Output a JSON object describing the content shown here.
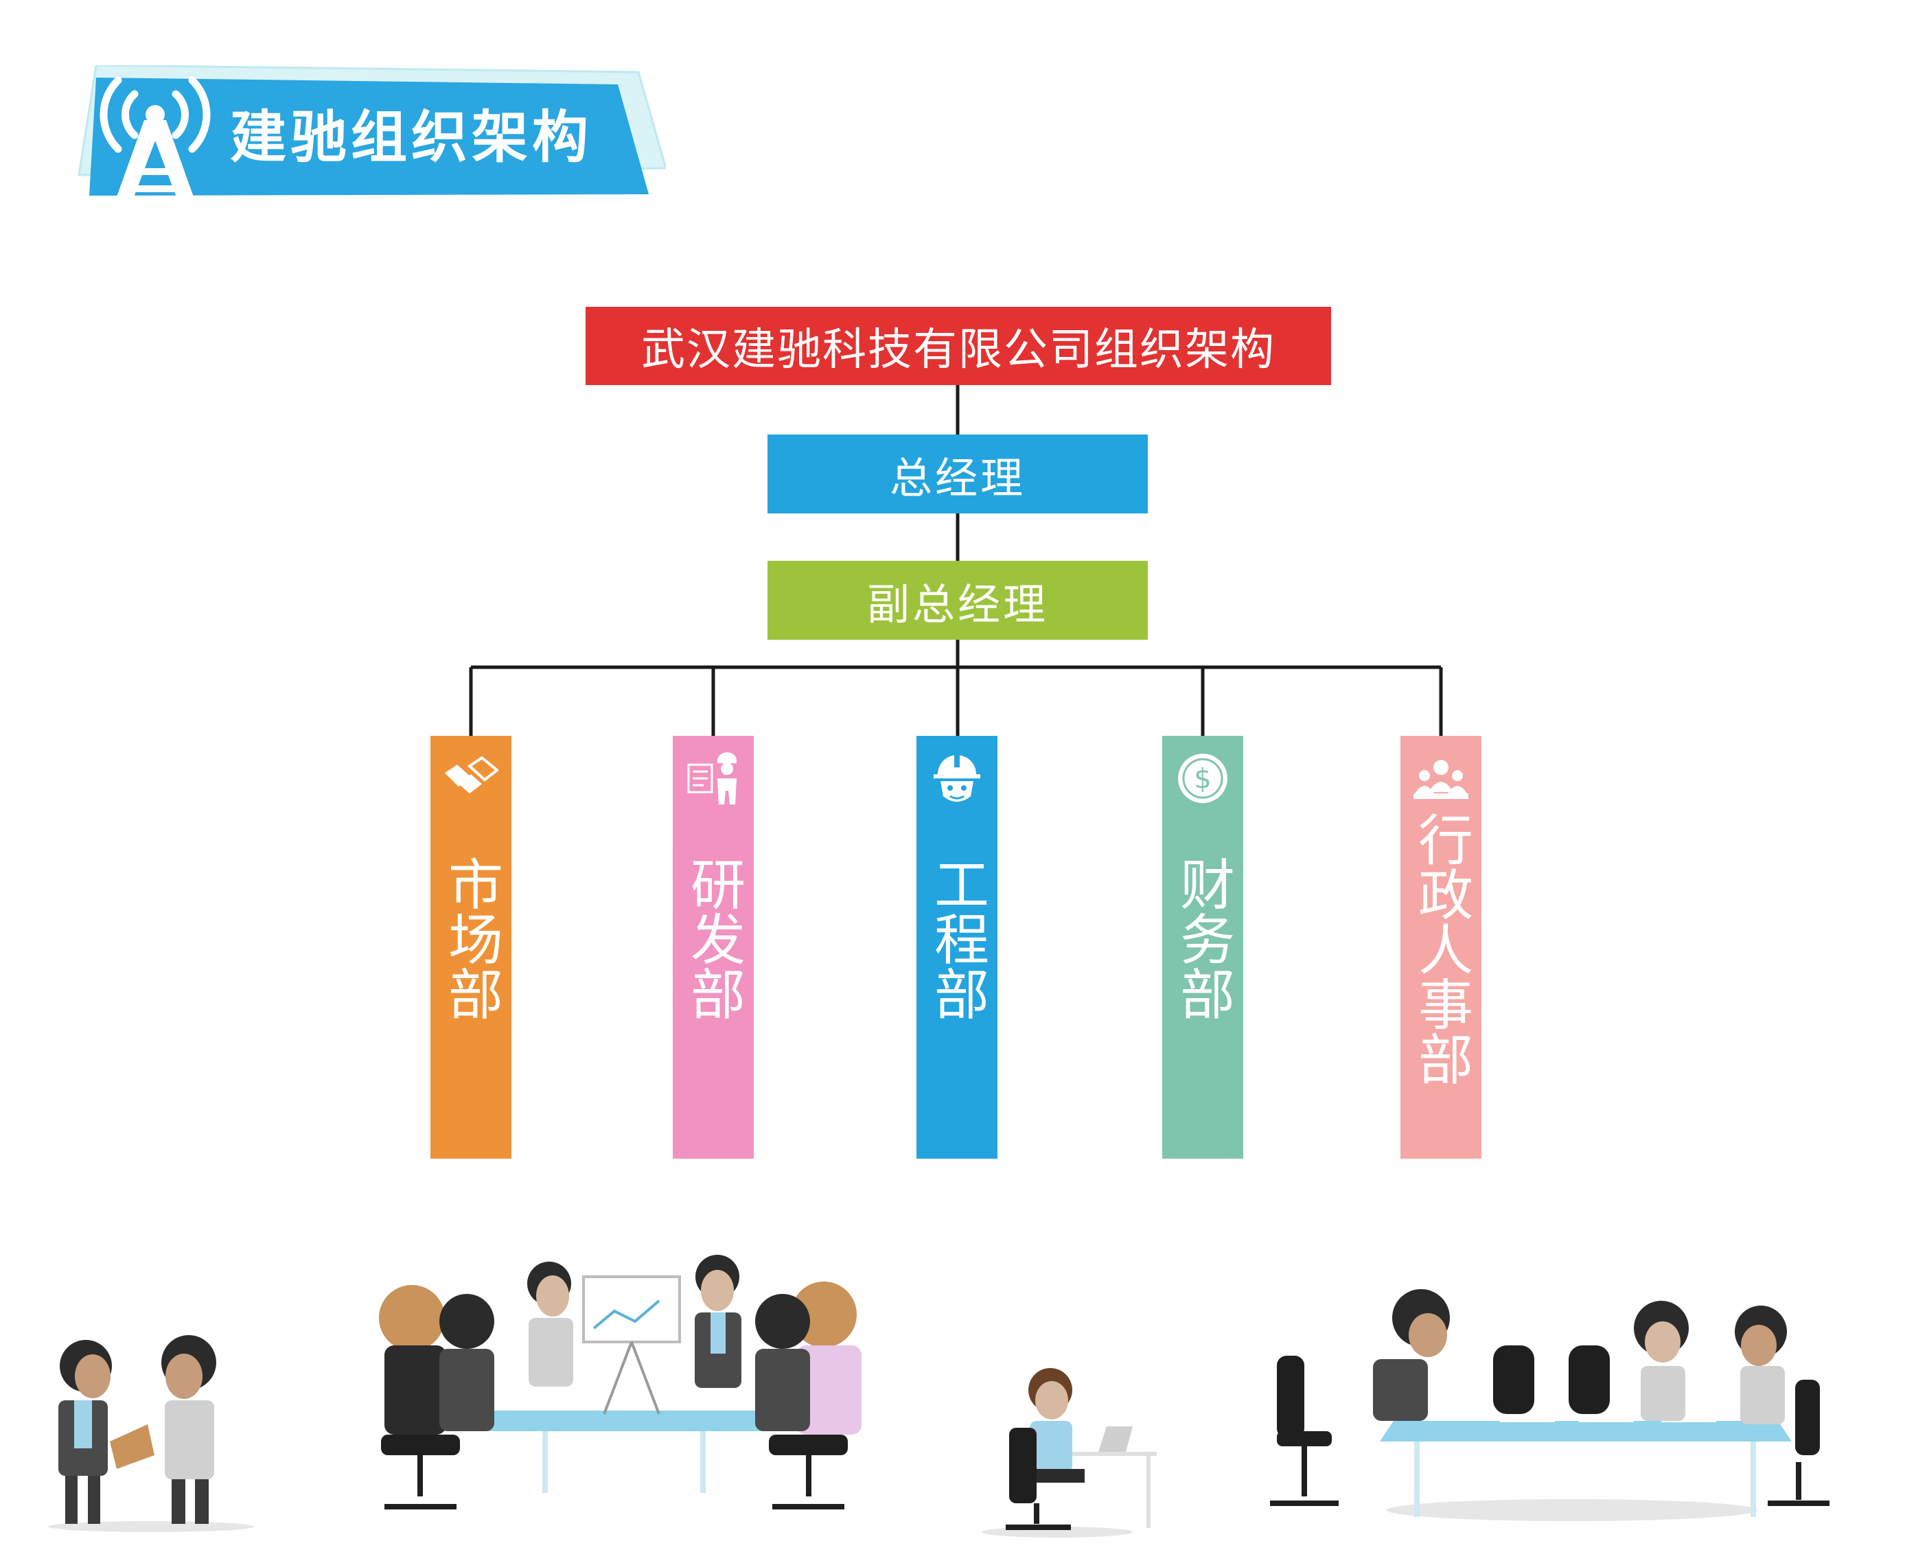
{
  "header": {
    "title": "建驰组织架构"
  },
  "org": {
    "root": "武汉建驰科技有限公司组织架构",
    "general_manager": "总经理",
    "deputy_general_manager": "副总经理",
    "departments": [
      {
        "name": "市场部",
        "icon": "handshake-icon",
        "color": "#ef9237"
      },
      {
        "name": "研发部",
        "icon": "engineer-blueprint-icon",
        "color": "#f292c0"
      },
      {
        "name": "工程部",
        "icon": "hardhat-worker-icon",
        "color": "#23a4de"
      },
      {
        "name": "财务部",
        "icon": "dollar-coin-icon",
        "color": "#7fc4ad"
      },
      {
        "name": "行政人事部",
        "icon": "team-group-icon",
        "color": "#f5a7a5"
      }
    ]
  },
  "colors": {
    "header_blue": "#2aa6e0",
    "root_red": "#e33232",
    "gm_blue": "#23a4de",
    "dgm_green": "#9dc33c",
    "connector": "#1a1a1a"
  }
}
